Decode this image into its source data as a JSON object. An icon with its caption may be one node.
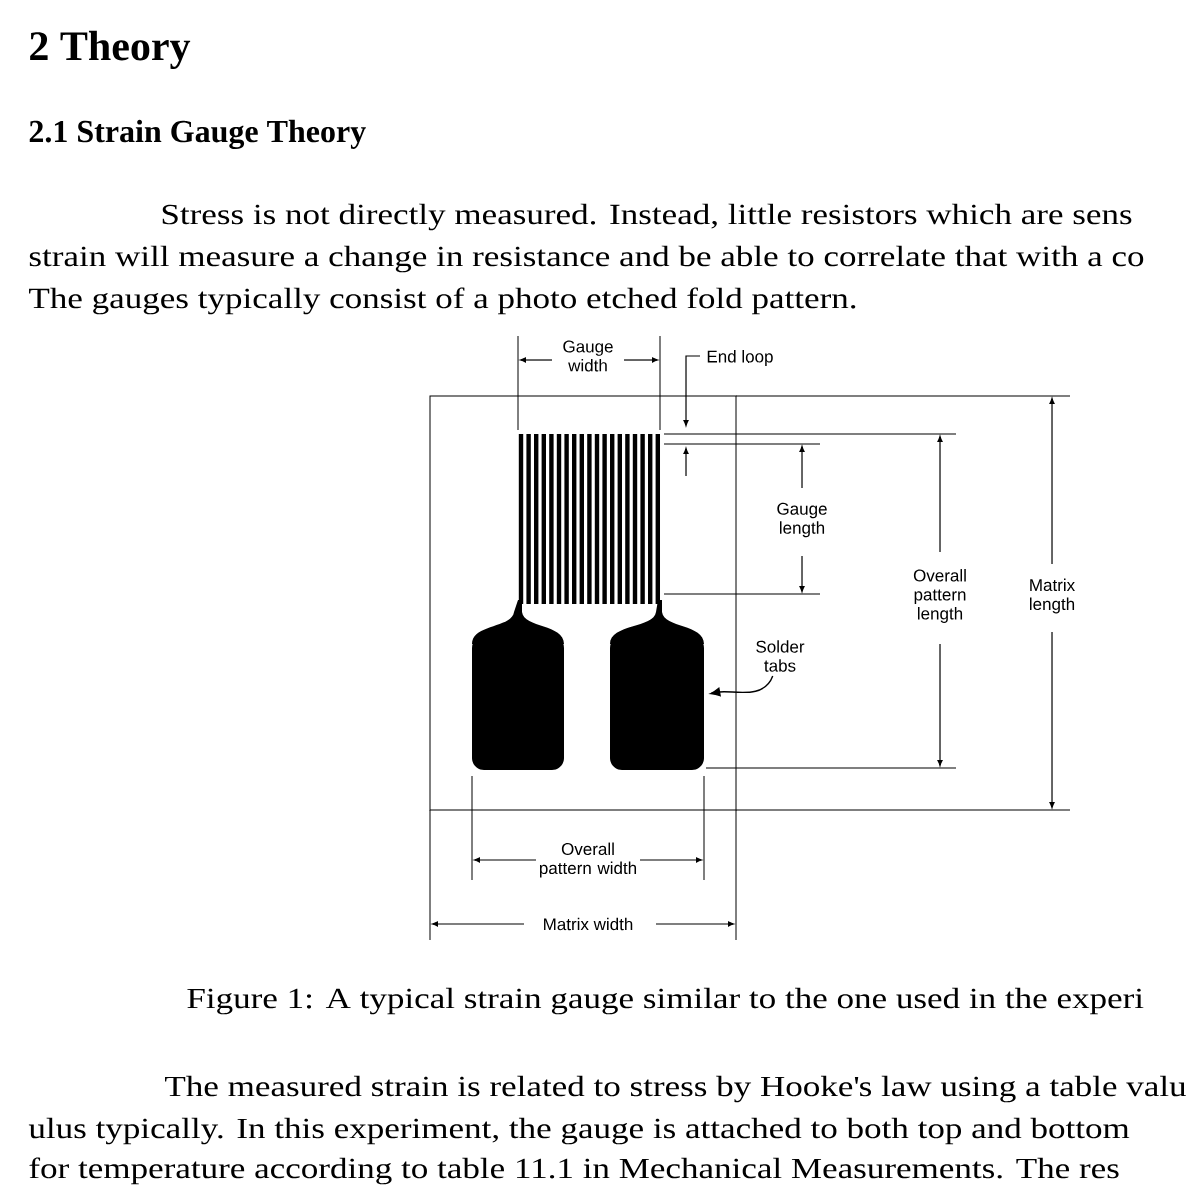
{
  "diagram": {
    "title": "2 Theory",
    "caption": "Figure 1: A typical strain gauge similar to the one used in the experi",
    "nodes": [
      {
        "text": [
          "Solder tabs"
        ]
      },
      {
        "text": [],
        "shape": "box"
      }
    ],
    "edges": [
      {
        "from": 0,
        "to": 1,
        "arrow": "to"
      }
    ],
    "labels": [
      "2.1 Strain Gauge Theory",
      "Stress is not directly measured. Instead, little resistors which are sens",
      "strain will measure a change in resistance and be able to correlate that with a co",
      "The gauges typically consist of a photo etched fold pattern.",
      "Gauge width",
      "End loop",
      "Gauge length",
      "Overall pattern length",
      "Matrix length",
      "Overall pattern width",
      "Matrix width",
      "The measured strain is related to stress by Hooke's law using a table valu",
      "ulus typically. In this experiment, the gauge is attached to both top and bottom",
      "for temperature according to table 11.1 in Mechanical Measurements. The res"
    ]
  }
}
